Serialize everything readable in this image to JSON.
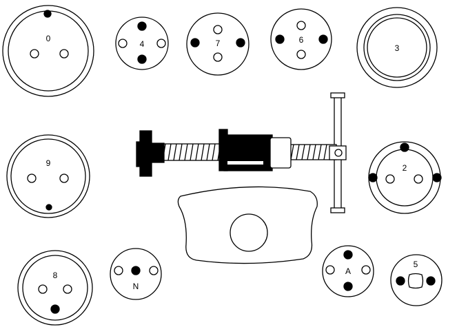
{
  "adapters": [
    {
      "label": "0"
    },
    {
      "label": "4"
    },
    {
      "label": "7"
    },
    {
      "label": "6"
    },
    {
      "label": "3"
    },
    {
      "label": "9"
    },
    {
      "label": "2"
    },
    {
      "label": "8"
    },
    {
      "label": "N"
    },
    {
      "label": "A"
    },
    {
      "label": "5"
    }
  ],
  "colors": {
    "ink": "#000000",
    "paper": "#ffffff"
  }
}
